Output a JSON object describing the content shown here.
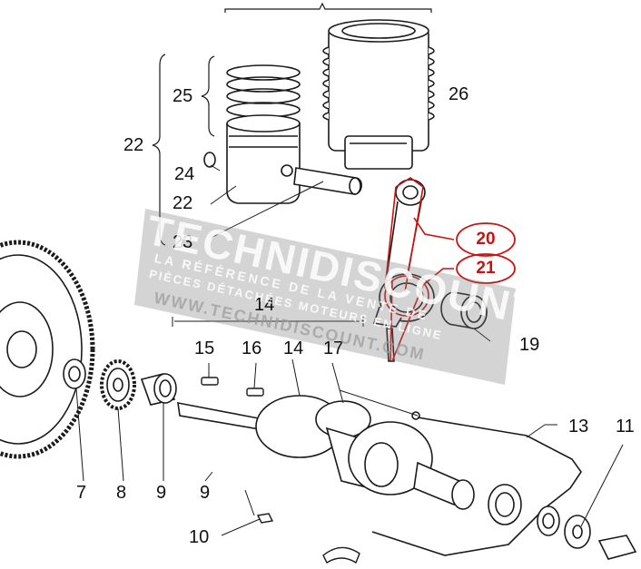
{
  "callouts": {
    "c25": "25",
    "c26": "26",
    "c22a": "22",
    "c24": "24",
    "c22b": "22",
    "c23": "23",
    "c20": "20",
    "c21": "21",
    "c14a": "14",
    "c15": "15",
    "c16": "16",
    "c14b": "14",
    "c17": "17",
    "c19": "19",
    "c13": "13",
    "c11": "11",
    "c7": "7",
    "c8": "8",
    "c9a": "9",
    "c9b": "9",
    "c10": "10"
  },
  "watermark": {
    "brand": "TECHNIDISCOUNT",
    "line1": "LA RÉFÉRENCE DE LA VENTE DE",
    "line2": "PIÈCES DÉTACHÉES MOTEURS EN LIGNE",
    "url": "WWW.TECHNIDISCOUNT.COM"
  },
  "colors": {
    "line": "#1a1a1a",
    "highlight": "#cc1111",
    "watermark": "#8a8a8a"
  }
}
